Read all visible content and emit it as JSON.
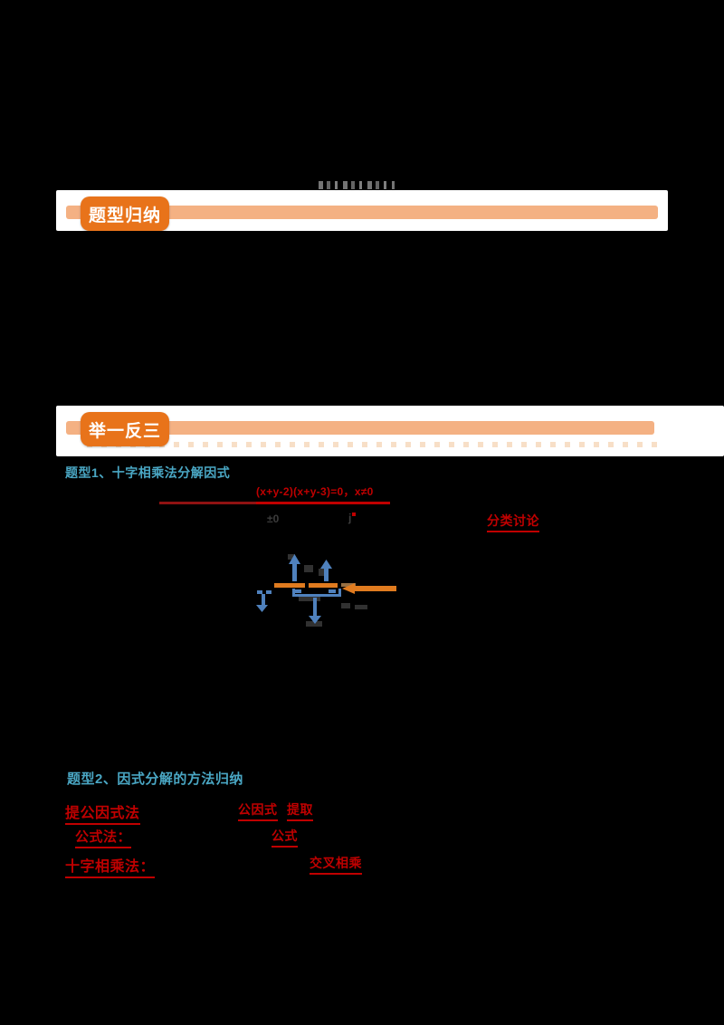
{
  "page": {
    "background": "#000000",
    "paper_color": "#ffffff",
    "accent_orange": "#e8731a",
    "bar_orange": "#f4b183",
    "heading_blue": "#4aa7c4",
    "emphasis_red": "#c00000",
    "arrow_blue": "#4f81bd",
    "diagram_orange": "#e07b1f"
  },
  "badges": {
    "section1": "题型归纳",
    "section2": "举一反三"
  },
  "content": {
    "heading1": "题型1、十字相乘法分解因式",
    "formula": "(x+y-2)(x+y-3)=0，x≠0",
    "note_frag1": "±0",
    "note_frag2": "j",
    "note_phrase": "分类讨论",
    "heading2": "题型2、因式分解的方法归纳",
    "rows": [
      {
        "term": "提公因式法",
        "note_a": "公因式",
        "note_b": "提取"
      },
      {
        "term": "公式法：",
        "note_a": "公式"
      },
      {
        "term": "十字相乘法：",
        "note_a": "交叉相乘"
      }
    ]
  },
  "icons": {
    "up_arrows": "blue-up-arrow",
    "left_arrow": "orange-left-arrow",
    "down_arrows": "blue-down-arrow"
  }
}
